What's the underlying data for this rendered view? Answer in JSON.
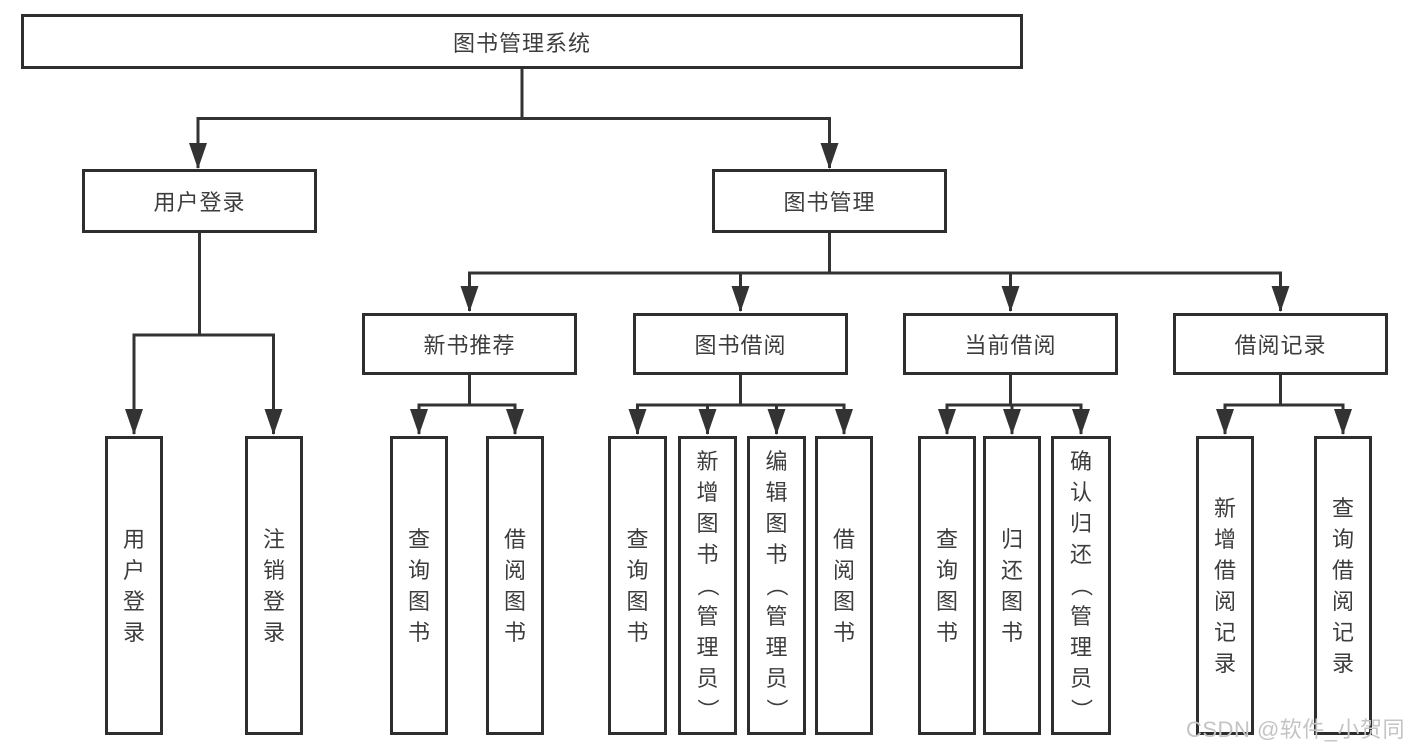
{
  "diagram": {
    "tree": {
      "label": "图书管理系统",
      "children": [
        {
          "label": "用户登录",
          "children": [
            {
              "label": "用户登录"
            },
            {
              "label": "注销登录"
            }
          ]
        },
        {
          "label": "图书管理",
          "children": [
            {
              "label": "新书推荐",
              "children": [
                {
                  "label": "查询图书"
                },
                {
                  "label": "借阅图书"
                }
              ]
            },
            {
              "label": "图书借阅",
              "children": [
                {
                  "label": "查询图书"
                },
                {
                  "label": "新增图书（管理员）"
                },
                {
                  "label": "编辑图书（管理员）"
                },
                {
                  "label": "借阅图书"
                }
              ]
            },
            {
              "label": "当前借阅",
              "children": [
                {
                  "label": "查询图书"
                },
                {
                  "label": "归还图书"
                },
                {
                  "label": "确认归还（管理员）"
                }
              ]
            },
            {
              "label": "借阅记录",
              "children": [
                {
                  "label": "新增借阅记录"
                },
                {
                  "label": "查询借阅记录"
                }
              ]
            }
          ]
        }
      ]
    },
    "watermark": "CSDN @软件_小贺同学",
    "colors": {
      "line": "#333333",
      "border": "#2e2e2e",
      "text": "#3d3d3d",
      "watermark": "#c4c4c4",
      "background": "#ffffff"
    }
  }
}
